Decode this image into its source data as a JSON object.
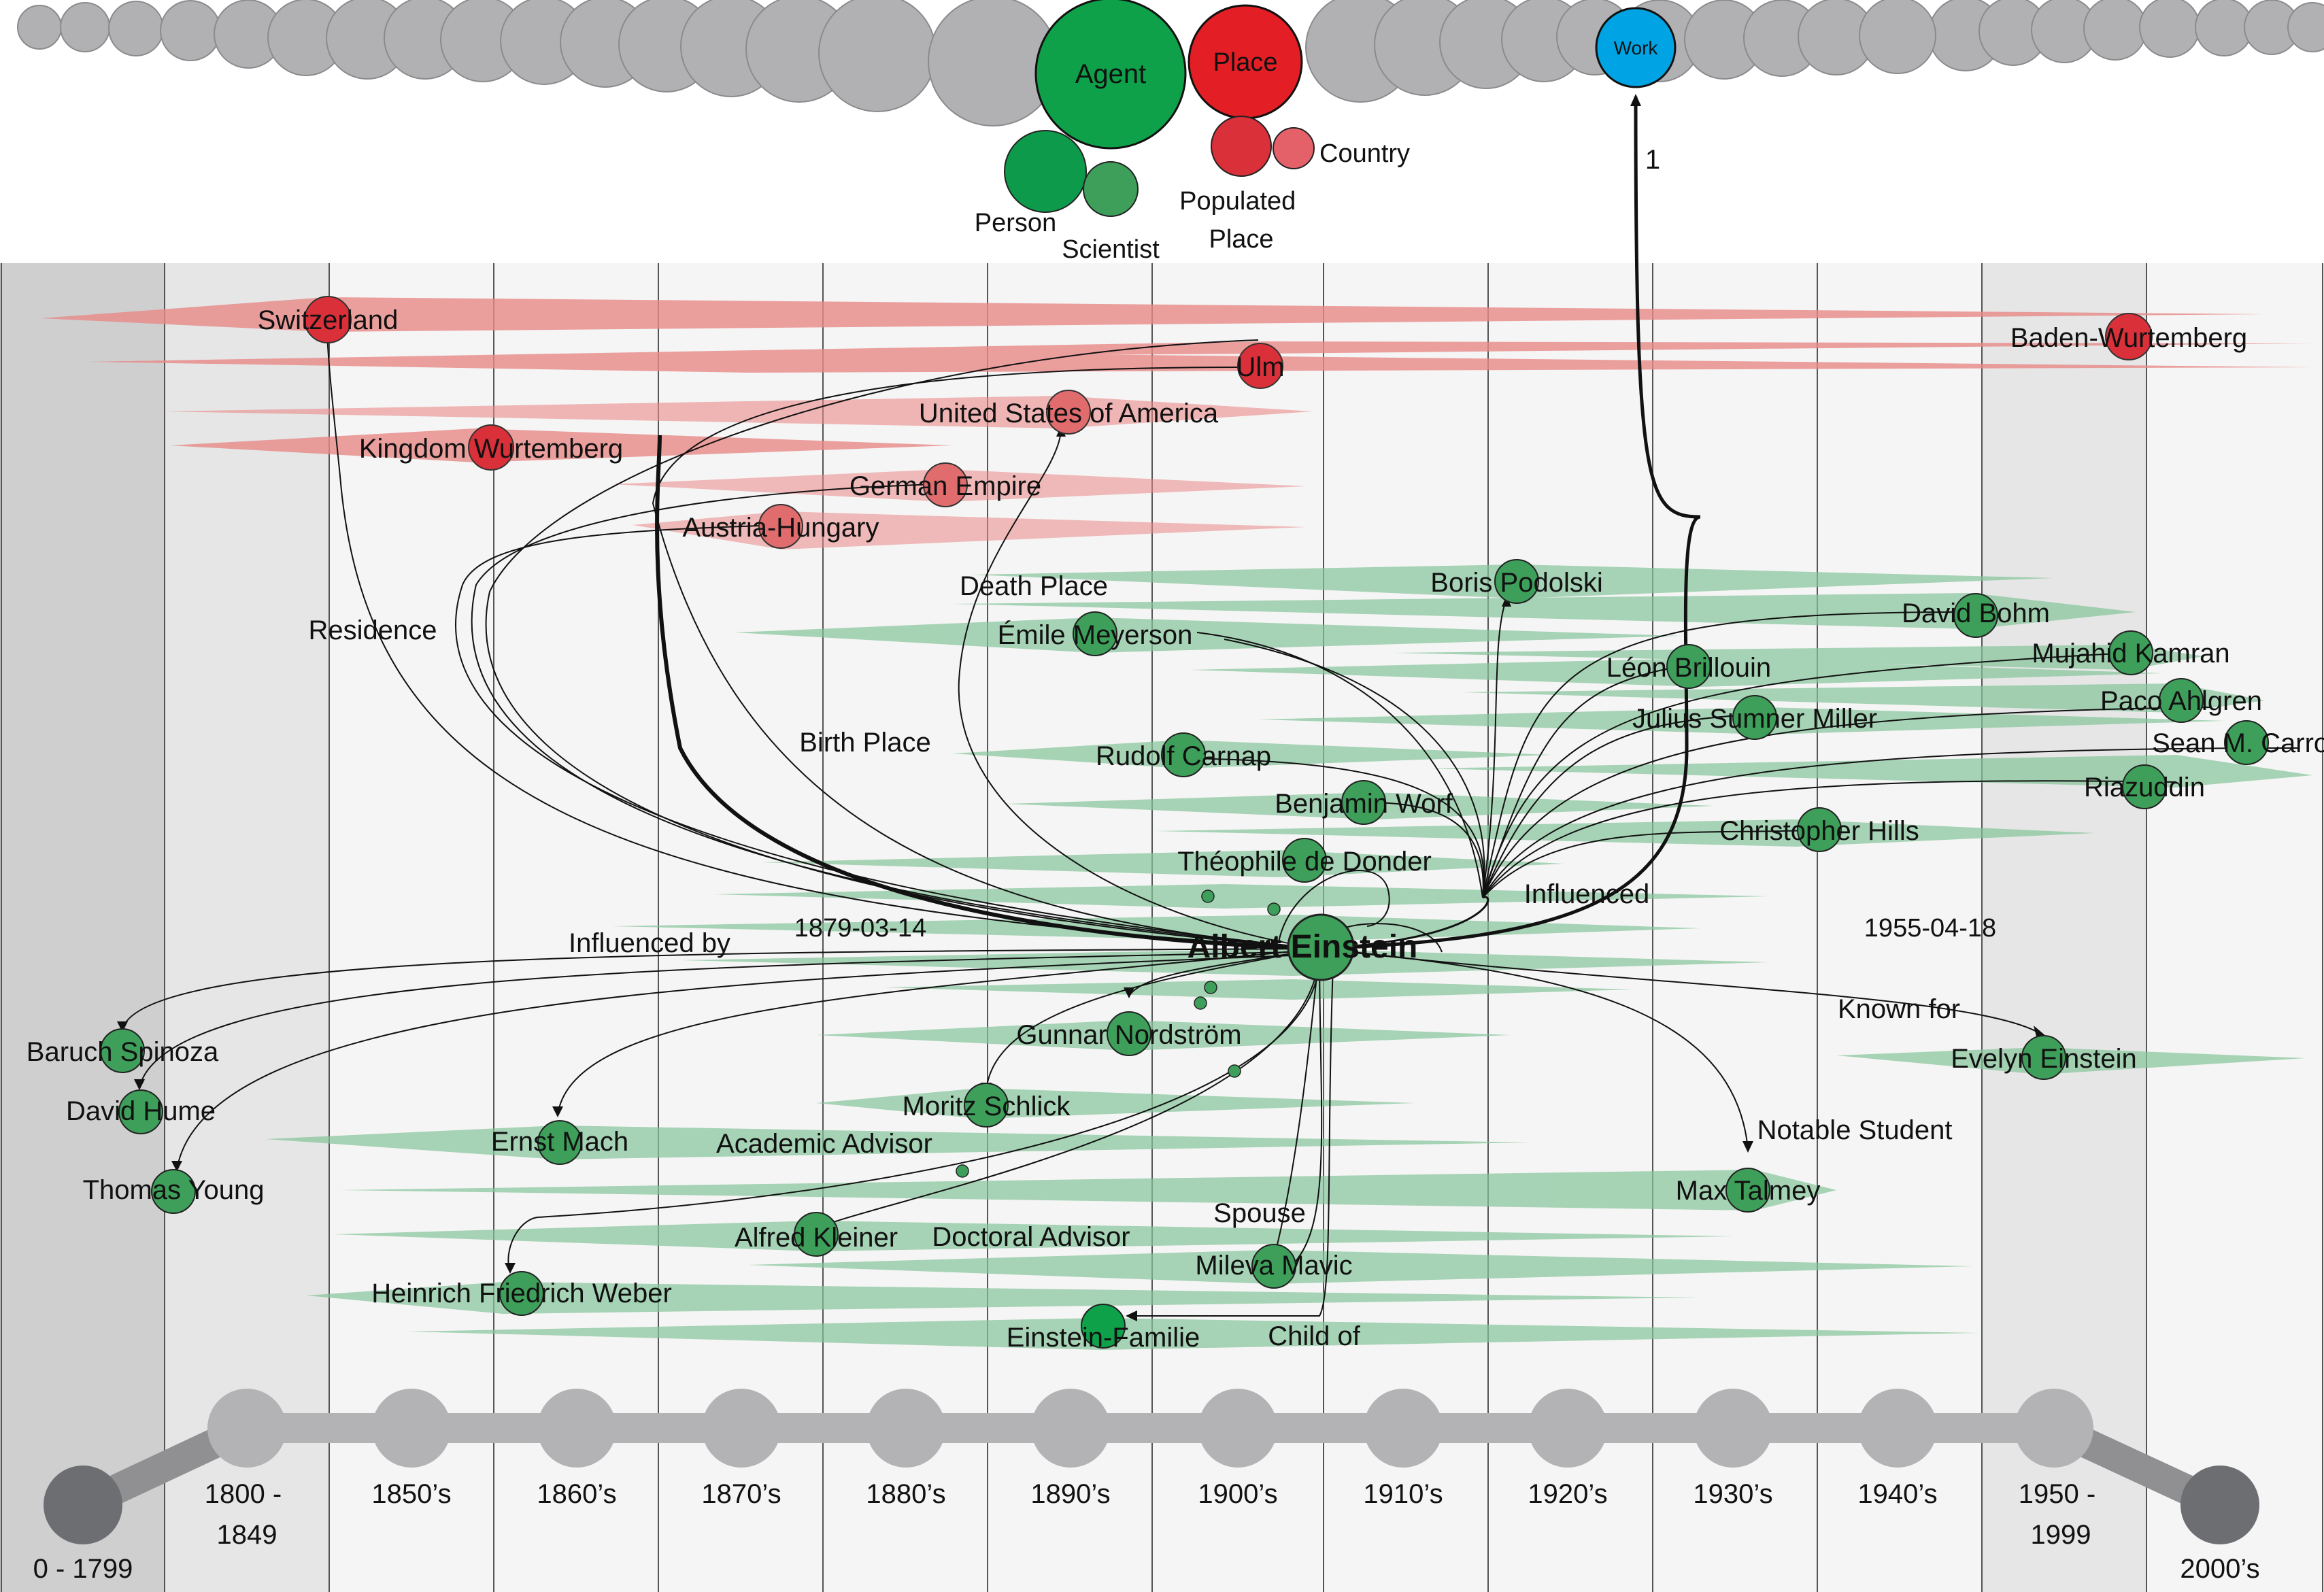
{
  "ontology": {
    "agent": "Agent",
    "place": "Place",
    "work": "Work",
    "person": "Person",
    "scientist": "Scientist",
    "populated_place": [
      "Populated",
      "Place"
    ],
    "country": "Country",
    "work_count": "1"
  },
  "timeline": {
    "periods": [
      {
        "label": [
          "0 - 1799"
        ],
        "level": "low"
      },
      {
        "label": [
          "1800 -",
          "1849"
        ],
        "level": "high"
      },
      {
        "label": [
          "1850’s"
        ],
        "level": "high"
      },
      {
        "label": [
          "1860’s"
        ],
        "level": "high"
      },
      {
        "label": [
          "1870’s"
        ],
        "level": "high"
      },
      {
        "label": [
          "1880’s"
        ],
        "level": "high"
      },
      {
        "label": [
          "1890’s"
        ],
        "level": "high"
      },
      {
        "label": [
          "1900’s"
        ],
        "level": "high"
      },
      {
        "label": [
          "1910’s"
        ],
        "level": "high"
      },
      {
        "label": [
          "1920’s"
        ],
        "level": "high"
      },
      {
        "label": [
          "1930’s"
        ],
        "level": "high"
      },
      {
        "label": [
          "1940’s"
        ],
        "level": "high"
      },
      {
        "label": [
          "1950 -",
          "1999"
        ],
        "level": "high"
      },
      {
        "label": [
          "2000’s"
        ],
        "level": "low"
      }
    ]
  },
  "central": {
    "name": "Albert Einstein",
    "birth": "1879-03-14",
    "death": "1955-04-18"
  },
  "relation_labels": {
    "residence": "Residence",
    "birth_place": "Birth Place",
    "death_place": "Death Place",
    "influenced_by": "Influenced by",
    "influenced": "Influenced",
    "known_for": "Known for",
    "notable_student": "Notable Student",
    "academic_advisor": "Academic Advisor",
    "doctoral_advisor": "Doctoral Advisor",
    "spouse": "Spouse",
    "child_of": "Child of"
  },
  "places": [
    {
      "name": "Switzerland"
    },
    {
      "name": "Baden-Wurtemberg"
    },
    {
      "name": "Ulm"
    },
    {
      "name": "United States of America"
    },
    {
      "name": "Kingdom Wurtemberg"
    },
    {
      "name": "German Empire"
    },
    {
      "name": "Austria-Hungary"
    }
  ],
  "people": [
    {
      "name": "Boris Podolski"
    },
    {
      "name": "David Bohm"
    },
    {
      "name": "Émile Meyerson"
    },
    {
      "name": "Mujahid Kamran"
    },
    {
      "name": "Léon Brillouin"
    },
    {
      "name": "Paco Ahlgren"
    },
    {
      "name": "Julius Sumner Miller"
    },
    {
      "name": "Sean M. Carroll"
    },
    {
      "name": "Rudolf Carnap"
    },
    {
      "name": "Riazuddin"
    },
    {
      "name": "Benjamin Worf"
    },
    {
      "name": "Christopher Hills"
    },
    {
      "name": "Théophile de Donder"
    },
    {
      "name": "Baruch Spinoza"
    },
    {
      "name": "Gunnar Nordström"
    },
    {
      "name": "Evelyn Einstein"
    },
    {
      "name": "David Hume"
    },
    {
      "name": "Moritz Schlick"
    },
    {
      "name": "Ernst Mach"
    },
    {
      "name": "Thomas Young"
    },
    {
      "name": "Max Talmey"
    },
    {
      "name": "Alfred Kleiner"
    },
    {
      "name": "Mileva Mavic"
    },
    {
      "name": "Heinrich Friedrich Weber"
    },
    {
      "name": "Einstein-Familie"
    }
  ],
  "colors": {
    "agent": "#0fa14a",
    "place": "#e31e25",
    "work": "#00a4e4",
    "person_node": "#3e9f5a",
    "place_node": "#d9303a",
    "place_band": "#e88a88",
    "person_band": "#86c49a",
    "top_bubble": "#a9a9ab",
    "timeline_dark": "#6d6e71",
    "timeline_light": "#b3b3b5"
  }
}
